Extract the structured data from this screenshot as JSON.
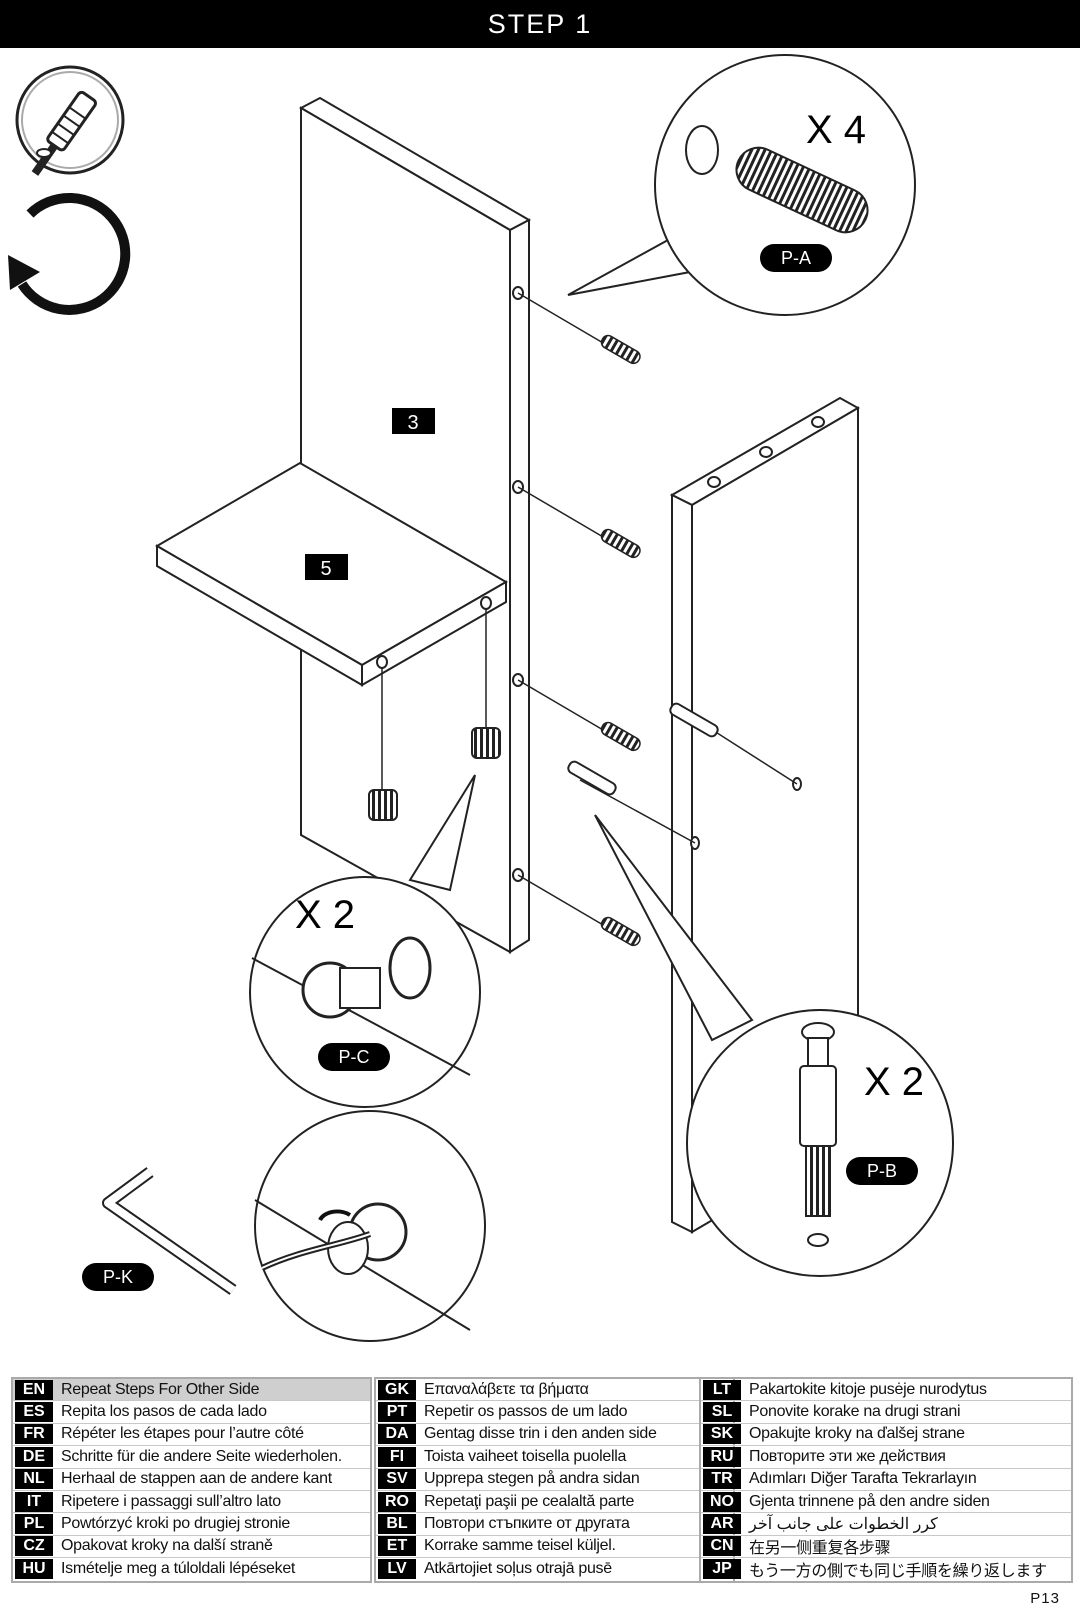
{
  "header": {
    "title": "STEP 1"
  },
  "labels": {
    "panel_3": "3",
    "panel_5": "5",
    "qty_dowel": "X 4",
    "qty_cam": "X 2",
    "qty_bolt": "X 2",
    "part_dowel": "P-A",
    "part_cam": "P-C",
    "part_bolt": "P-B",
    "part_key": "P-K"
  },
  "icons": [
    "screwdriver-icon",
    "rotate-icon",
    "allen-key-icon"
  ],
  "instructions": {
    "col1": [
      {
        "code": "EN",
        "text": "Repeat Steps For Other Side"
      },
      {
        "code": "ES",
        "text": "Repita los pasos de cada lado"
      },
      {
        "code": "FR",
        "text": "Répéter les étapes pour l’autre côté"
      },
      {
        "code": "DE",
        "text": "Schritte für die andere Seite wiederholen."
      },
      {
        "code": "NL",
        "text": "Herhaal de stappen aan de andere kant"
      },
      {
        "code": "IT",
        "text": "Ripetere i passaggi sull’altro lato"
      },
      {
        "code": "PL",
        "text": "Powtórzyć kroki po drugiej stronie"
      },
      {
        "code": "CZ",
        "text": "Opakovat kroky na další straně"
      },
      {
        "code": "HU",
        "text": "Ismételje meg a túloldali lépéseket"
      }
    ],
    "col2": [
      {
        "code": "GK",
        "text": "Επαναλάβετε τα βήματα"
      },
      {
        "code": "PT",
        "text": "Repetir os passos de um lado"
      },
      {
        "code": "DA",
        "text": "Gentag disse trin i den anden side"
      },
      {
        "code": "FI",
        "text": "Toista vaiheet toisella puolella"
      },
      {
        "code": "SV",
        "text": "Upprepa stegen på andra sidan"
      },
      {
        "code": "RO",
        "text": "Repetaţi paşii pe cealaltă parte"
      },
      {
        "code": "BL",
        "text": "Повтори стъпките от другата"
      },
      {
        "code": "ET",
        "text": "Korrake samme teisel küljel."
      },
      {
        "code": "LV",
        "text": "Atkārtojiet soļus otrajā pusē"
      }
    ],
    "col3": [
      {
        "code": "LT",
        "text": "Pakartokite kitoje pusėje nurodytus"
      },
      {
        "code": "SL",
        "text": "Ponovite korake na drugi strani"
      },
      {
        "code": "SK",
        "text": "Opakujte kroky na ďalšej strane"
      },
      {
        "code": "RU",
        "text": "Повторите эти же действия"
      },
      {
        "code": "TR",
        "text": "Adımları Diğer Tarafta Tekrarlayın"
      },
      {
        "code": "NO",
        "text": "Gjenta trinnene på den andre siden"
      },
      {
        "code": "AR",
        "text": "كرر الخطوات على جانب آخر"
      },
      {
        "code": "CN",
        "text": "在另一侧重复各步骤"
      },
      {
        "code": "JP",
        "text": "もう一方の側でも同じ手順を繰り返します"
      }
    ]
  },
  "footer": {
    "page": "P13"
  }
}
